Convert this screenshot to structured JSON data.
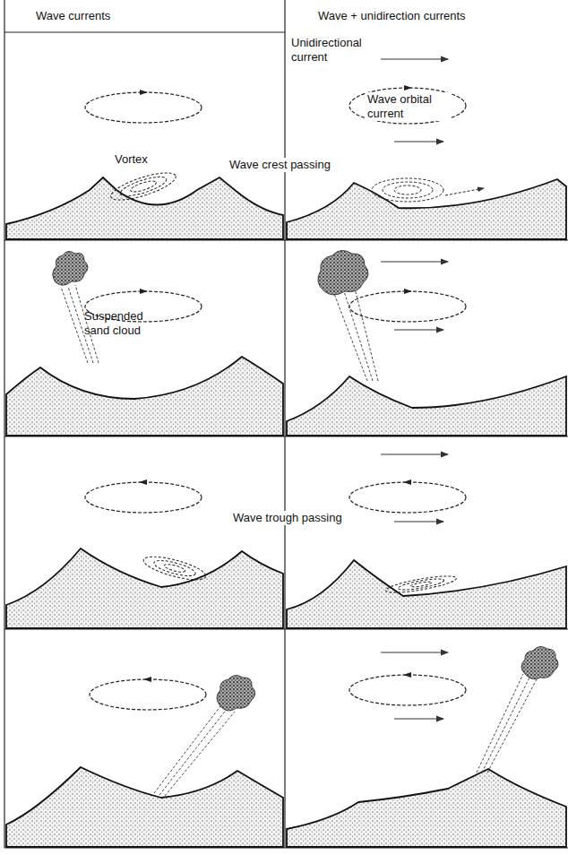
{
  "diagram": {
    "labels": [
      "Wave currents",
      "Wave + unidirection currents",
      "Unidirectional current",
      "Wave orbital current",
      "Wave crest passing",
      "Vortex",
      "Suspended sand cloud",
      "Wave trough passing"
    ]
  }
}
